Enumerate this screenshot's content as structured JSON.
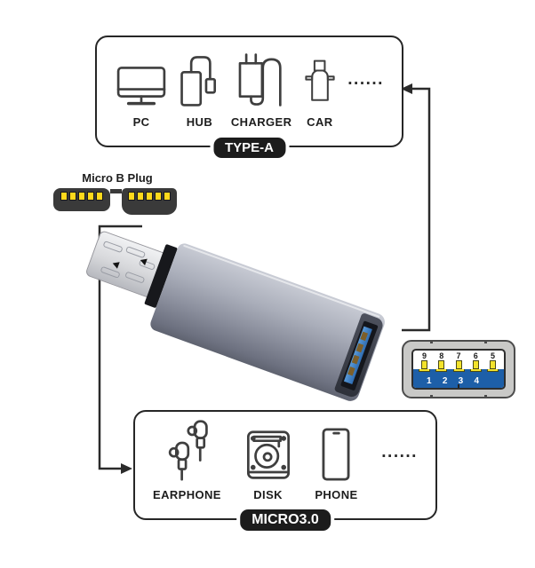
{
  "colors": {
    "accent_blue": "#1d5fa8",
    "pin_yellow": "#f3e32c",
    "badge_bg": "#1c1c1c",
    "adapter_body_gray": "#9aa0ae",
    "line_dark": "#2b2b2b"
  },
  "type_a_box": {
    "badge": "TYPE-A",
    "items": [
      {
        "label": "PC",
        "icon": "pc-icon"
      },
      {
        "label": "HUB",
        "icon": "hub-icon"
      },
      {
        "label": "CHARGER",
        "icon": "charger-icon"
      },
      {
        "label": "CAR",
        "icon": "car-charger-icon"
      }
    ],
    "ellipsis": "......"
  },
  "micro_plug": {
    "label": "Micro B Plug",
    "left_section_pins": 5,
    "right_section_pins": 5
  },
  "usb_receptacle": {
    "top_pins": [
      "9",
      "8",
      "7",
      "6",
      "5"
    ],
    "bottom_pins": [
      "1",
      "2",
      "3",
      "4"
    ]
  },
  "micro_box": {
    "badge": "MICRO3.0",
    "items": [
      {
        "label": "EARPHONE",
        "icon": "earphone-icon"
      },
      {
        "label": "DISK",
        "icon": "disk-icon"
      },
      {
        "label": "PHONE",
        "icon": "phone-icon"
      }
    ],
    "ellipsis": "......"
  }
}
